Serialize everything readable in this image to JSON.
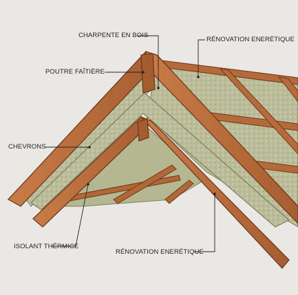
{
  "labels": {
    "charpente": "CHARPENTE EN BOIS",
    "renovation_top": "RÉNOVATION ENERÉTIQUE",
    "poutre": "POUTRE FAÎTIÈRE",
    "chevrons": "CHEVRONS",
    "isolant": "ISOLANT THÉRMICE",
    "renovation_bottom": "RÉNOVATION ENERÉTIQUE"
  },
  "colors": {
    "wood": "#b96c3b",
    "wood_dark": "#7a4120",
    "insulation": "#b9bb98",
    "background": "#e9e8e4"
  }
}
